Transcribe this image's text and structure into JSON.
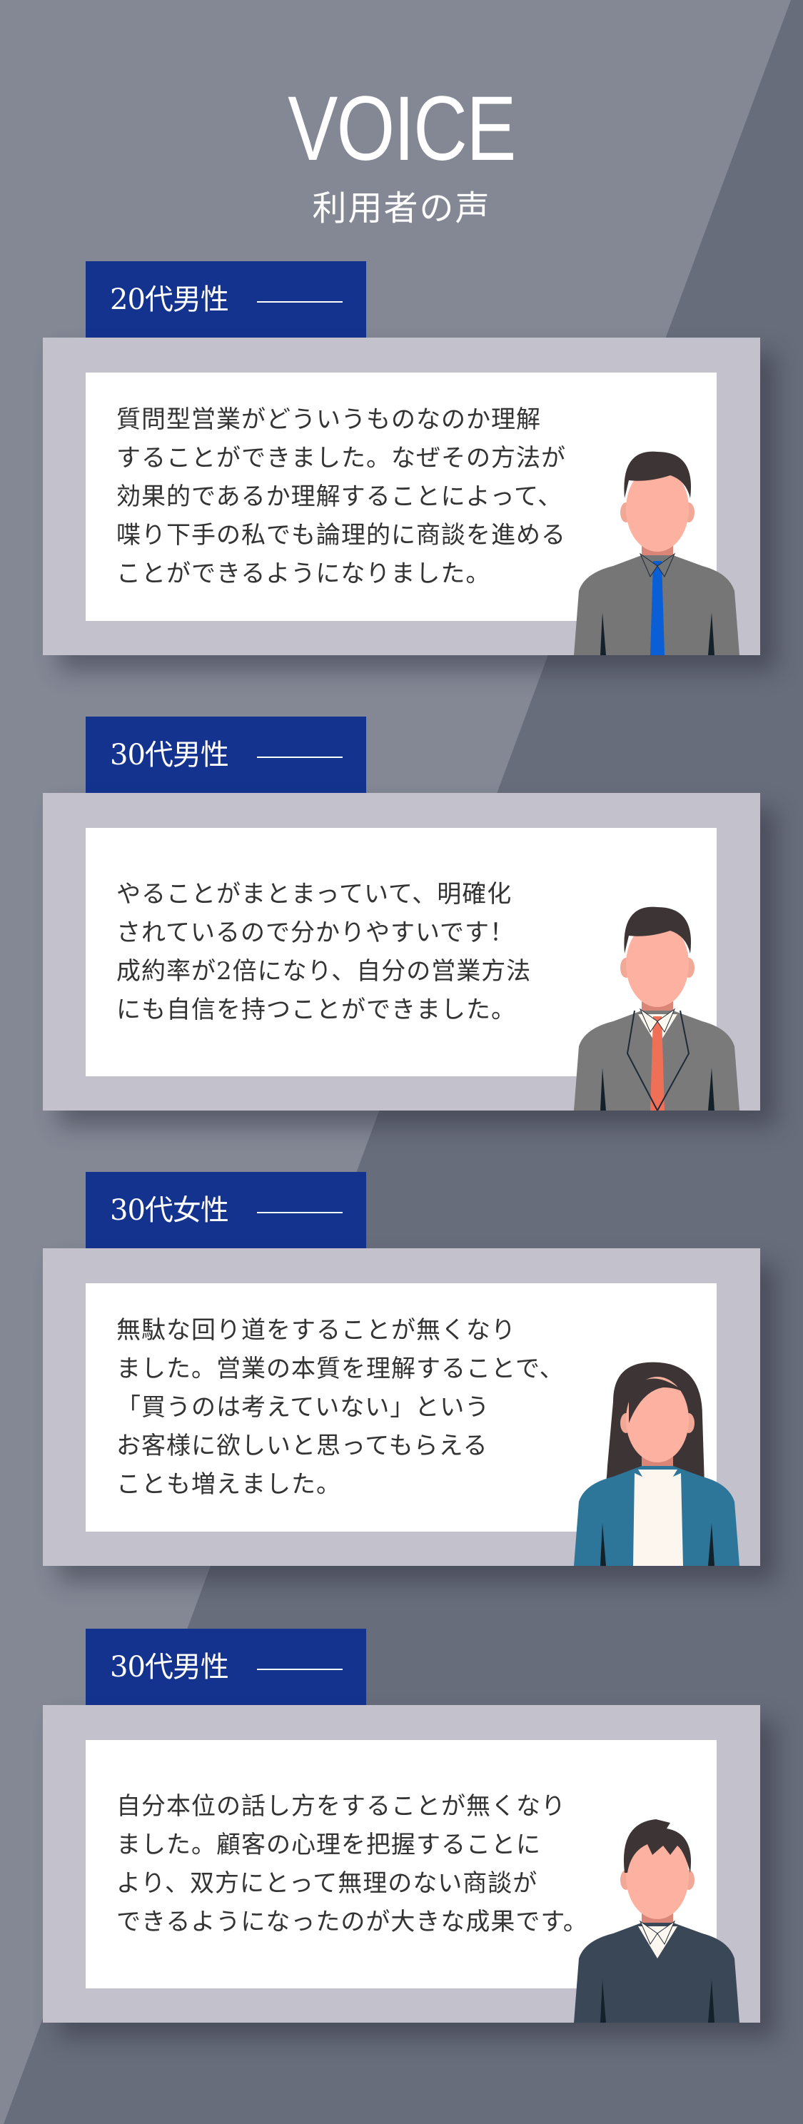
{
  "header": {
    "title": "VOICE",
    "subtitle": "利用者の声"
  },
  "colors": {
    "bg_light": "#848895",
    "bg_dark": "#686d7b",
    "label_bg": "#14338f",
    "card_bg": "#c3c2cc",
    "text": "#333333"
  },
  "testimonials": [
    {
      "label": "20代男性",
      "lines": [
        "質問型営業がどういうものなのか理解",
        "することができました。なぜその方法が",
        "効果的であるか理解することによって、",
        "喋り下手の私でも論理的に商談を進める",
        "ことができるようになりました。"
      ],
      "avatar": "man-shirt-blue-tie-icon"
    },
    {
      "label": "30代男性",
      "lines": [
        "やることがまとまっていて、明確化",
        "されているので分かりやすいです！",
        "成約率が2倍になり、自分の営業方法",
        "にも自信を持つことができました。"
      ],
      "avatar": "man-suit-red-tie-icon"
    },
    {
      "label": "30代女性",
      "lines": [
        "無駄な回り道をすることが無くなり",
        "ました。営業の本質を理解することで、",
        "「買うのは考えていない」という",
        "お客様に欲しいと思ってもらえる",
        "ことも増えました。"
      ],
      "avatar": "woman-blue-jacket-icon"
    },
    {
      "label": "30代男性",
      "lines": [
        "自分本位の話し方をすることが無くなり",
        "ました。顧客の心理を把握することに",
        "より、双方にとって無理のない商談が",
        "できるようになったのが大きな成果です。"
      ],
      "avatar": "man-navy-sweater-icon"
    }
  ]
}
